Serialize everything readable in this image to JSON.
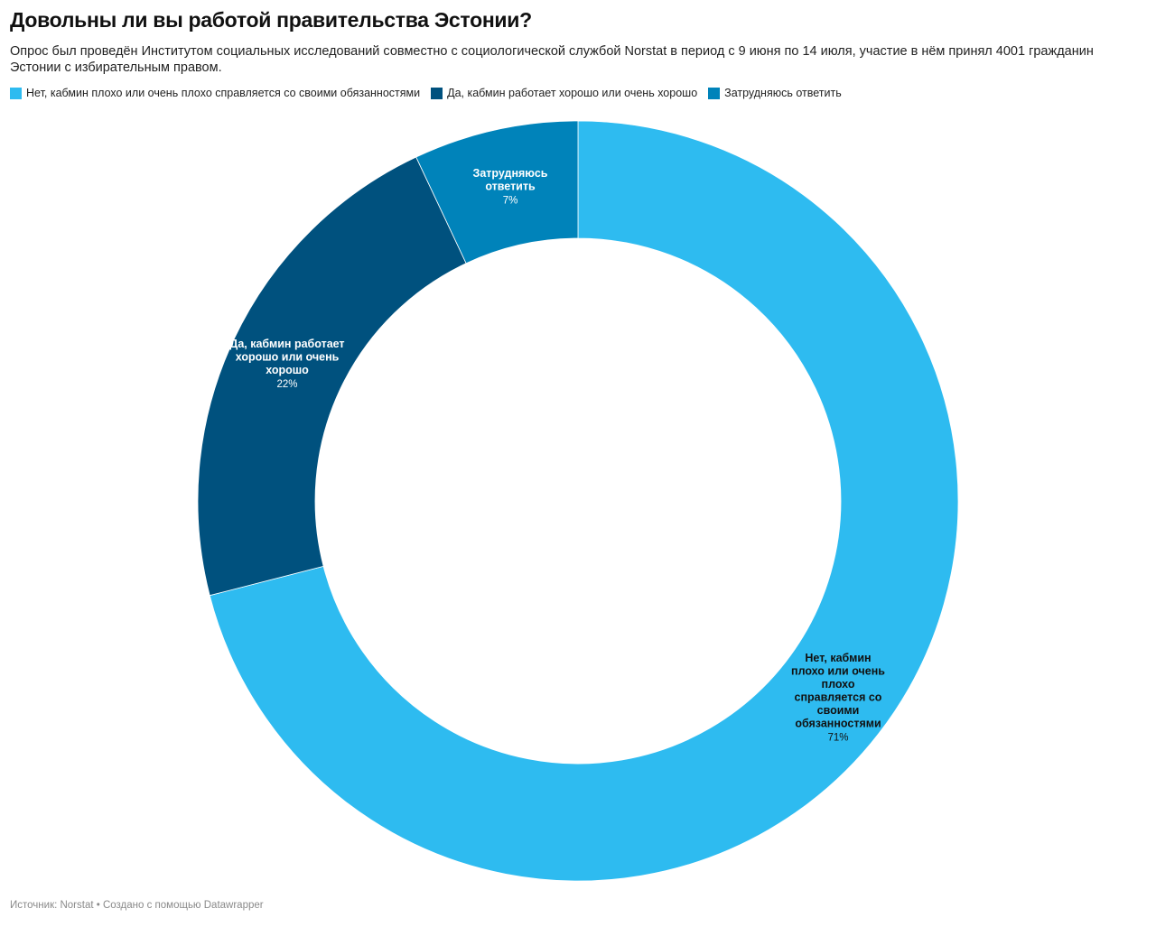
{
  "header": {
    "title": "Довольны ли вы работой правительства Эстонии?",
    "subtitle": "Опрос был проведён Институтом социальных исследований совместно с социологической службой Norstat в период с 9 июня по 14 июля, участие в нём принял 4001 гражданин Эстонии с избирательным правом."
  },
  "legend": [
    {
      "label": "Нет, кабмин плохо или очень плохо справляется со своими обязанностями",
      "color": "#2ebbf0"
    },
    {
      "label": "Да, кабмин работает хорошо или очень хорошо",
      "color": "#00517e"
    },
    {
      "label": "Затрудняюсь ответить",
      "color": "#0083ba"
    }
  ],
  "chart_data": {
    "type": "pie",
    "donut": true,
    "start": "12 o'clock, clockwise",
    "slices": [
      {
        "name": "Нет, кабмин плохо или очень плохо справляется со своими обязанностями",
        "value": 71,
        "value_label": "71%",
        "color": "#2ebbf0",
        "label_lines": [
          "Нет, кабмин",
          "плохо или очень",
          "плохо",
          "справляется со",
          "своими",
          "обязанностями"
        ],
        "label_color": "#111111"
      },
      {
        "name": "Да, кабмин работает хорошо или очень хорошо",
        "value": 22,
        "value_label": "22%",
        "color": "#00517e",
        "label_lines": [
          "Да, кабмин работает",
          "хорошо или очень",
          "хорошо"
        ],
        "label_color": "#ffffff"
      },
      {
        "name": "Затрудняюсь ответить",
        "value": 7,
        "value_label": "7%",
        "color": "#0083ba",
        "label_lines": [
          "Затрудняюсь",
          "ответить"
        ],
        "label_color": "#ffffff"
      }
    ]
  },
  "footer": {
    "source": "Источник: Norstat • Создано с помощью Datawrapper"
  }
}
